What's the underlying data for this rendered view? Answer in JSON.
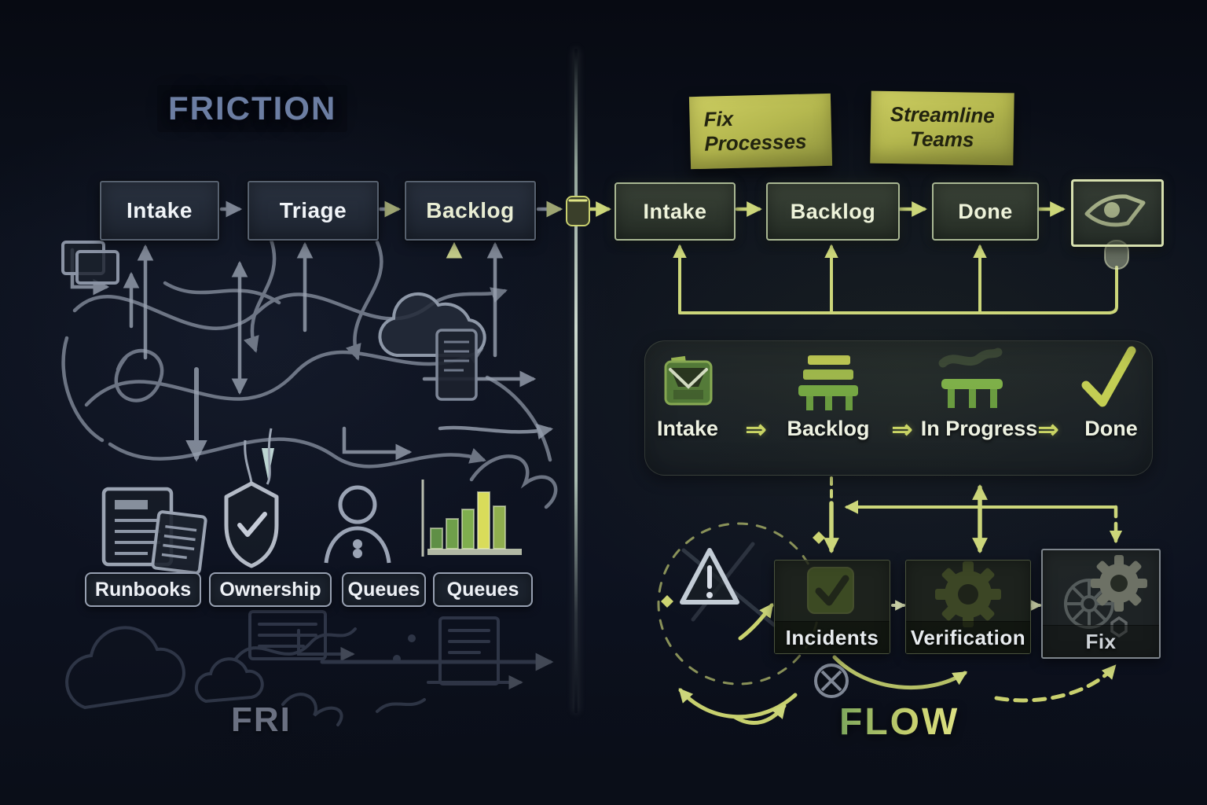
{
  "left": {
    "title": "FRICTION",
    "watermark": "FRI",
    "flow_boxes": [
      {
        "label": "Intake"
      },
      {
        "label": "Triage"
      },
      {
        "label": "Backlog"
      }
    ],
    "resource_labels": [
      {
        "label": "Runbooks"
      },
      {
        "label": "Ownership"
      },
      {
        "label": "Queues"
      },
      {
        "label": "Queues"
      }
    ]
  },
  "right": {
    "title": "FLOW",
    "sticky_notes": [
      {
        "text": "Fix Processes"
      },
      {
        "text": "Streamline Teams"
      }
    ],
    "flow_boxes": [
      {
        "label": "Intake"
      },
      {
        "label": "Backlog"
      },
      {
        "label": "Done"
      }
    ],
    "stage_strip": {
      "arrow_glyph": "⇒",
      "stages": [
        {
          "label": "Intake",
          "icon": "inbox-icon"
        },
        {
          "label": "Backlog",
          "icon": "stack-icon"
        },
        {
          "label": "In Progress",
          "icon": "bench-icon"
        },
        {
          "label": "Done",
          "icon": "check-icon"
        }
      ]
    },
    "loop_boxes": [
      {
        "label": "Incidents",
        "icon": "checkbox-check-icon"
      },
      {
        "label": "Verification",
        "icon": "gear-icon"
      },
      {
        "label": "Fix",
        "icon": "double-gears-icon"
      }
    ]
  },
  "colors": {
    "background": "#0c111d",
    "friction_title": "#6c7ea3",
    "flow_accent": "#c9d46e",
    "green_icon": "#8fbf4a",
    "sticky_note": "#b5b84f",
    "tangle_stroke": "#98a1b1",
    "right_box_border": "#a9b793",
    "left_box_border": "#57616f"
  }
}
